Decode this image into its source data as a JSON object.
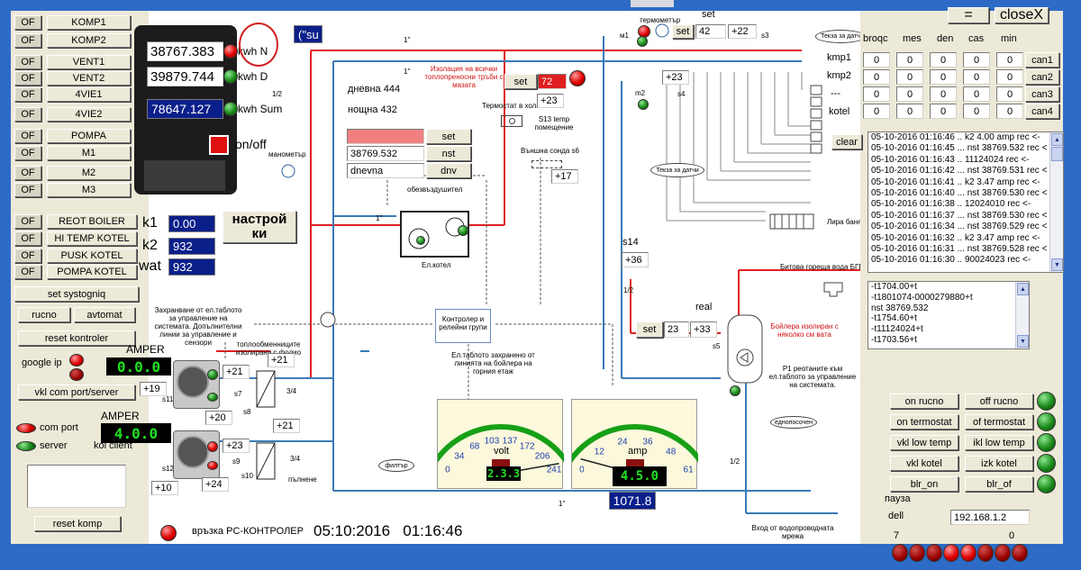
{
  "colors": {
    "accent": "#2d6bc7",
    "led_red": "#e00000",
    "led_green": "#1a8a1a",
    "segment_green": "#22e022",
    "navy_field": "#0a1f8a"
  },
  "left_panel": {
    "relays": [
      {
        "state": "OF",
        "label": "KOMP1"
      },
      {
        "state": "OF",
        "label": "KOMP2"
      },
      {
        "state": "OF",
        "label": "VENT1"
      },
      {
        "state": "OF",
        "label": "VENT2"
      },
      {
        "state": "OF",
        "label": "4VIE1"
      },
      {
        "state": "OF",
        "label": "4VIE2"
      },
      {
        "state": "OF",
        "label": "POMPA"
      },
      {
        "state": "OF",
        "label": "M1"
      },
      {
        "state": "OF",
        "label": "M2"
      },
      {
        "state": "OF",
        "label": "M3"
      }
    ],
    "relays2": [
      {
        "state": "OF",
        "label": "REOT BOILER"
      },
      {
        "state": "OF",
        "label": "HI TEMP KOTEL"
      },
      {
        "state": "OF",
        "label": "PUSK KOTEL"
      },
      {
        "state": "OF",
        "label": "POMPA KOTEL"
      }
    ],
    "set_systogniq": "set systogniq",
    "rucno": "rucno",
    "avtomat": "avtomat",
    "reset_kontroler": "reset kontroler",
    "google_ip": "google ip",
    "vkl_com": "vkl com port/server",
    "com_port": "com port",
    "server": "server",
    "kol_client": "kol client",
    "reset_komp": "reset komp"
  },
  "meter": {
    "kwh_n": "38767.383",
    "kwh_n_label": "kwh N",
    "kwh_d": "39879.744",
    "kwh_d_label": "kwh D",
    "kwh_sum": "78647.127",
    "kwh_sum_label": "kwh Sum",
    "onoff": "on/off",
    "manometer": "манометър",
    "su": "(\"su"
  },
  "k_values": [
    {
      "label": "k1",
      "value": "0.00"
    },
    {
      "label": "k2",
      "value": "932"
    },
    {
      "label": "wat",
      "value": "932"
    }
  ],
  "nastroiki": "настрой ки",
  "amper": {
    "label1": "AMPER",
    "value1": "0.0.0",
    "label2": "AMPER",
    "value2": "4.0.0"
  },
  "schema": {
    "thermometer": "термометър",
    "set_top": "set",
    "set_btn": "set",
    "set_val": "42",
    "s3_val": "+22",
    "s3": "s3",
    "m1": "м1",
    "m2": "m2",
    "s4": "s4",
    "val_23a": "+23",
    "pipe_1a": "1\"",
    "pipe_1b": "1\"",
    "pipe_12": "1/2",
    "izolacia": "Изолация на всички топлопреносни тръби с мазата",
    "izolacia_set": "set",
    "izolacia_val": "72",
    "dnevna": "дневна 444",
    "noshtna": "нощна  432",
    "termostat": "Термостат в хола",
    "s13": "S13 temp помещение",
    "val_23b": "+23",
    "pink_field": "",
    "nst_value": "38769.532",
    "dnevna_field": "dnevna",
    "set2": "set",
    "nst": "nst",
    "dnv": "dnv",
    "vunshna": "Външна сонда s6",
    "val_17": "+17",
    "obezvazd": "обезвъздушител",
    "pipe_1c": "1\"",
    "el_kotel": "Ел.котел",
    "s14": "s14",
    "val_36": "+36",
    "kontroler": "Контролер и релейни групи",
    "el_tablo": "Ел.таблото захранено от линията на бойлера на горния етаж",
    "zahranvane": "Захранване от ел.таблото за управление на системата. Допълнителни линии за управление и сензори",
    "toploobm": "топлообменниците изолирани с фолио",
    "val_21a": "+21",
    "val_21b": "+21",
    "val_19": "+19",
    "val_20": "+20",
    "val_21c": "+21",
    "val_23c": "+23",
    "val_10": "+10",
    "val_24": "+24",
    "s7": "s7",
    "s8": "s8",
    "s9": "s9",
    "s10": "s10",
    "s11": "s11",
    "s12": "s12",
    "v34a": "3/4",
    "v34b": "3/4",
    "filter": "филтър",
    "palnene": "пълнене",
    "pipe_12b": "1/2",
    "pipe_12c": "1/2",
    "pipe_1d": "1\"",
    "kmp1": "kmp1",
    "kmp2": "kmp2",
    "dash": "---",
    "kotel": "kotel",
    "tekaza_top": "Текза за датч",
    "tekaza_mid": "Текза за датчи",
    "lira": "Лира баня",
    "bitova": "Битова гореща вода БГВ",
    "real": "real",
    "set3": "set",
    "set3_val": "23",
    "val_33": "+33",
    "s5": "s5",
    "boiler": "Бойлера изолиран с няколко см вата",
    "p1": "P1 реотаните към ел.таблото за управление на системата.",
    "ednoposochen": "еднопосочен",
    "vhod": "Вход от водопроводната мрежа",
    "pipe_12d": "1/2"
  },
  "gauges": {
    "volt": {
      "label": "volt",
      "ticks": [
        "0",
        "34",
        "68",
        "103",
        "137",
        "172",
        "206",
        "241"
      ],
      "readout": "2.3.3",
      "value": 233,
      "max": 241
    },
    "amp": {
      "label": "amp",
      "ticks": [
        "0",
        "12",
        "24",
        "36",
        "48",
        "61"
      ],
      "readout": "4.5.0",
      "value": 4.5,
      "max": 61
    },
    "total": "1071.8"
  },
  "status": {
    "link": "връзка PC-КОНТРОЛЕР",
    "datetime": "05:10:2016   01:16:46"
  },
  "right_panel": {
    "equals": "=",
    "close": "closeX",
    "headers": [
      "broqc",
      "mes",
      "den",
      "cas",
      "min"
    ],
    "rows": [
      {
        "values": [
          "0",
          "0",
          "0",
          "0",
          "0"
        ],
        "btn": "can1"
      },
      {
        "values": [
          "0",
          "0",
          "0",
          "0",
          "0"
        ],
        "btn": "can2"
      },
      {
        "values": [
          "0",
          "0",
          "0",
          "0",
          "0"
        ],
        "btn": "can3"
      },
      {
        "values": [
          "0",
          "0",
          "0",
          "0",
          "0"
        ],
        "btn": "can4"
      }
    ],
    "clear": "clear",
    "log": [
      "05-10-2016  01:16:46 .. k2 4.00 amp rec <-",
      "05-10-2016  01:16:45 ... nst 38769.532 rec <",
      "05-10-2016  01:16:43 .. 11124024 rec <-",
      "05-10-2016  01:16:42 ... nst 38769.531 rec <",
      "05-10-2016  01:16:41 .. k2 3.47 amp rec <-",
      "05-10-2016  01:16:40 ... nst 38769.530 rec <",
      "05-10-2016  01:16:38 .. 12024010 rec <-",
      "05-10-2016  01:16:37 ... nst 38769.530 rec <",
      "05-10-2016  01:16:34 ... nst 38769.529 rec <",
      "05-10-2016  01:16:32 .. k2 3.47 amp rec <-",
      "05-10-2016  01:16:31 ... nst 38769.528 rec <",
      "05-10-2016  01:16:30 .. 90024023 rec <-"
    ],
    "log2": [
      "-t1704.00+t",
      "-t1801074-0000279880+t",
      "nst 38769.532",
      "-t1754.60+t",
      "-t11124024+t",
      "-t1703.56+t"
    ],
    "controls": [
      {
        "on": "on rucno",
        "off": "off rucno"
      },
      {
        "on": "on termostat",
        "off": "of termostat"
      },
      {
        "on": "vkl low temp",
        "off": "ikl low temp"
      },
      {
        "on": "vkl kotel",
        "off": "izk kotel"
      },
      {
        "on": "blr_on",
        "off": "blr_of"
      }
    ],
    "pauza": "пауза",
    "dell": "dell",
    "ip": "192.168.1.2",
    "count_left": "7",
    "count_right": "0"
  }
}
